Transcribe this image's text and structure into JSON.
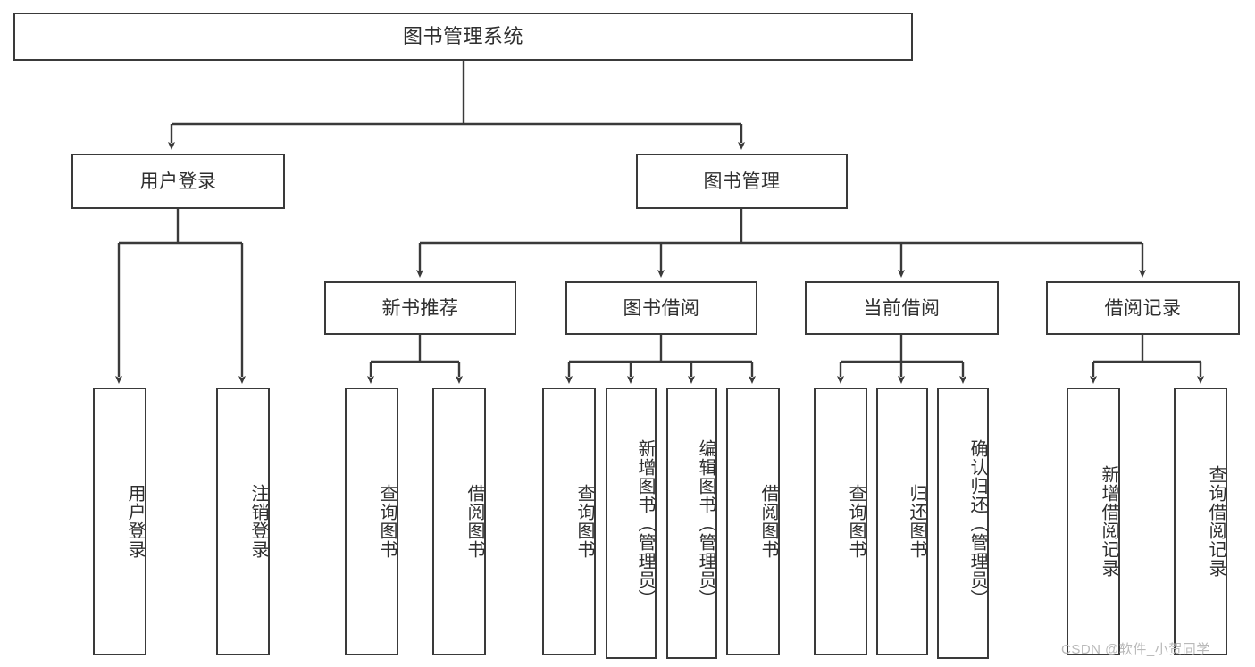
{
  "diagram": {
    "title": "图书管理系统",
    "type": "tree-hierarchy",
    "root": {
      "label": "图书管理系统"
    },
    "level1": [
      {
        "label": "用户登录"
      },
      {
        "label": "图书管理"
      }
    ],
    "level2": [
      {
        "label": "新书推荐"
      },
      {
        "label": "图书借阅"
      },
      {
        "label": "当前借阅"
      },
      {
        "label": "借阅记录"
      }
    ],
    "leaves": {
      "user_login": [
        {
          "label": "用户登录"
        },
        {
          "label": "注销登录"
        }
      ],
      "new_book_recommend": [
        {
          "label": "查询图书"
        },
        {
          "label": "借阅图书"
        }
      ],
      "book_borrow": [
        {
          "label": "查询图书"
        },
        {
          "label": "新增图书（管理员）"
        },
        {
          "label": "编辑图书（管理员）"
        },
        {
          "label": "借阅图书"
        }
      ],
      "current_borrow": [
        {
          "label": "查询图书"
        },
        {
          "label": "归还图书"
        },
        {
          "label": "确认归还（管理员）"
        }
      ],
      "borrow_record": [
        {
          "label": "新增借阅记录"
        },
        {
          "label": "查询借阅记录"
        }
      ]
    }
  },
  "watermark": {
    "text": "CSDN @软件_小贺同学"
  },
  "colors": {
    "stroke": "#3a3a3a",
    "text": "#2f2f2f",
    "background": "#ffffff",
    "watermark": "#b9b9b9"
  }
}
